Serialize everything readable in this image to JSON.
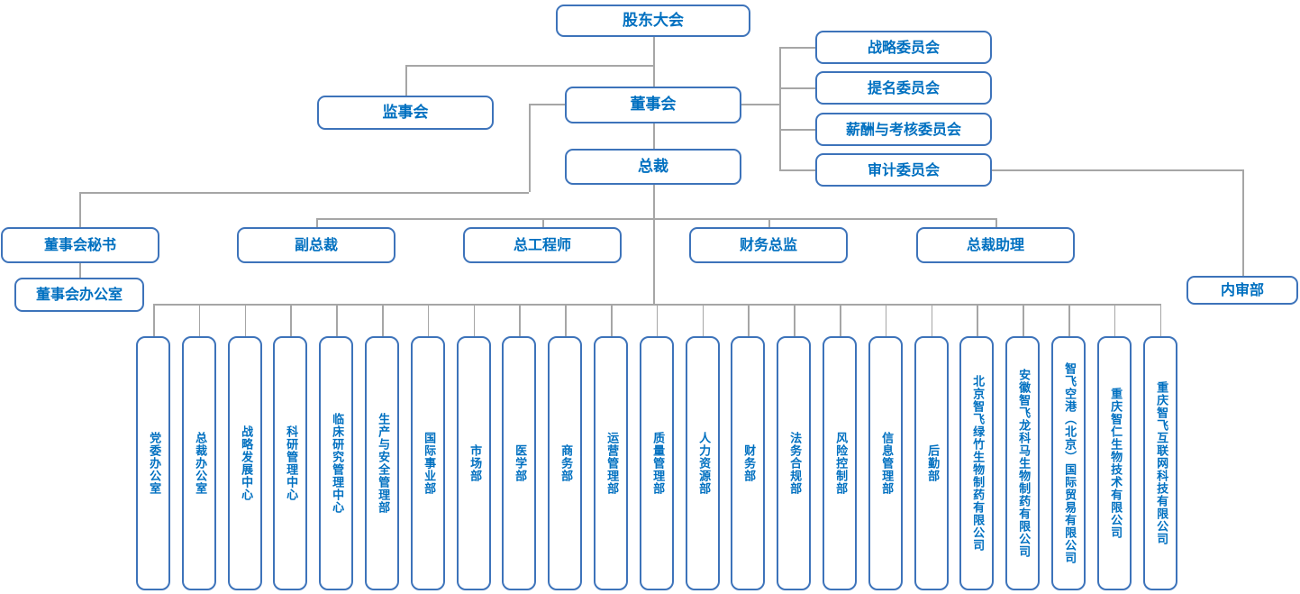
{
  "colors": {
    "box_border": "#3d73ba",
    "box_text": "#0070c0",
    "connector_line": "#a6a6a6",
    "background": "#ffffff"
  },
  "nodes": {
    "shareholders": "股东大会",
    "supervisory": "监事会",
    "board": "董事会",
    "president": "总裁",
    "board_office": "董事会办公室",
    "internal_audit": "内审部",
    "committees": [
      "战略委员会",
      "提名委员会",
      "薪酬与考核委员会",
      "审计委员会"
    ],
    "row2": [
      "董事会秘书",
      "副总裁",
      "总工程师",
      "财务总监",
      "总裁助理"
    ],
    "departments": [
      "党委办公室",
      "总裁办公室",
      "战略发展中心",
      "科研管理中心",
      "临床研究管理中心",
      "生产与安全管理部",
      "国际事业部",
      "市场部",
      "医学部",
      "商务部",
      "运营管理部",
      "质量管理部",
      "人力资源部",
      "财务部",
      "法务合规部",
      "风险控制部",
      "信息管理部",
      "后勤部",
      "北京智飞绿竹生物制药有限公司",
      "安徽智飞龙科马生物制药有限公司",
      "智飞空港（北京）国际贸易有限公司",
      "重庆智仁生物技术有限公司",
      "重庆智飞互联网科技有限公司"
    ]
  }
}
